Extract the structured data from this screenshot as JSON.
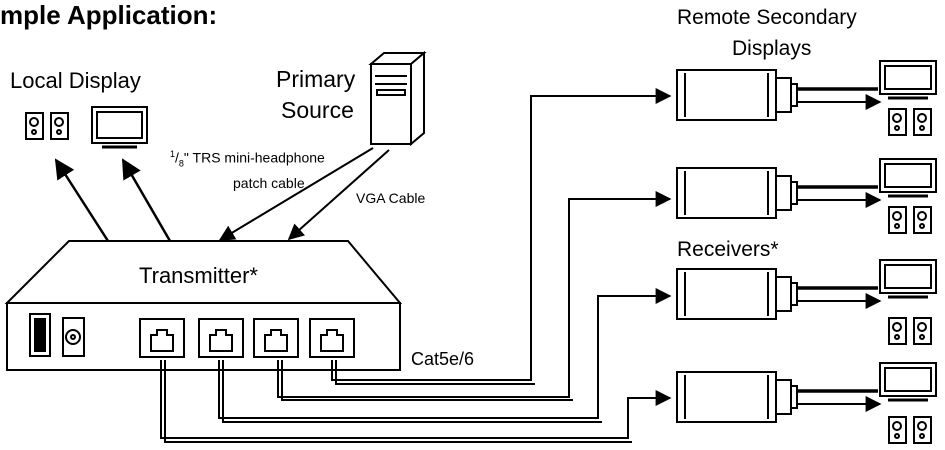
{
  "labels": {
    "title": "mple Application:",
    "local_display": "Local Display",
    "primary_line1": "Primary",
    "primary_line2": "Source",
    "remote_line1": "Remote Secondary",
    "remote_line2": "Displays",
    "trs_num": "1",
    "trs_den": "8",
    "trs_rest": "\" TRS mini-headphone",
    "trs_line2": "patch cable",
    "vga": "VGA Cable",
    "transmitter": "Transmitter*",
    "receivers": "Receivers*",
    "cat": "Cat5e/6"
  }
}
